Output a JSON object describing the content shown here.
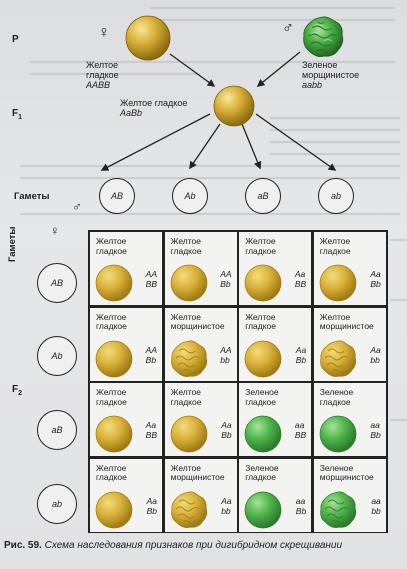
{
  "labels": {
    "P": "P",
    "F1": "F",
    "F1_sub": "1",
    "F2": "F",
    "F2_sub": "2",
    "gametes": "Гаметы",
    "gametes_vertical": "Гаметы",
    "female_symbol": "♀",
    "male_symbol": "♂"
  },
  "parents": {
    "female": {
      "phenotype_line1": "Желтое",
      "phenotype_line2": "гладкое",
      "genotype": "AABB"
    },
    "male": {
      "phenotype_line1": "Зеленое",
      "phenotype_line2": "морщинистое",
      "genotype": "aabb"
    }
  },
  "f1": {
    "phenotype": "Желтое гладкое",
    "genotype": "AaBb"
  },
  "male_gametes": [
    "AB",
    "Ab",
    "aB",
    "ab"
  ],
  "female_gametes": [
    "AB",
    "Ab",
    "aB",
    "ab"
  ],
  "grid": [
    [
      {
        "l1": "Желтое",
        "l2": "гладкое",
        "g1": "AA",
        "g2": "BB",
        "color": "yellow",
        "shape": "smooth"
      },
      {
        "l1": "Желтое",
        "l2": "гладкое",
        "g1": "AA",
        "g2": "Bb",
        "color": "yellow",
        "shape": "smooth"
      },
      {
        "l1": "Желтое",
        "l2": "гладкое",
        "g1": "Aa",
        "g2": "BB",
        "color": "yellow",
        "shape": "smooth"
      },
      {
        "l1": "Желтое",
        "l2": "гладкое",
        "g1": "Aa",
        "g2": "Bb",
        "color": "yellow",
        "shape": "smooth"
      }
    ],
    [
      {
        "l1": "Желтое",
        "l2": "гладкое",
        "g1": "AA",
        "g2": "Bb",
        "color": "yellow",
        "shape": "smooth"
      },
      {
        "l1": "Желтое",
        "l2": "морщинистое",
        "g1": "AA",
        "g2": "bb",
        "color": "yellow",
        "shape": "wrinkled"
      },
      {
        "l1": "Желтое",
        "l2": "гладкое",
        "g1": "Aa",
        "g2": "Bb",
        "color": "yellow",
        "shape": "smooth"
      },
      {
        "l1": "Желтое",
        "l2": "морщинистое",
        "g1": "Aa",
        "g2": "bb",
        "color": "yellow",
        "shape": "wrinkled"
      }
    ],
    [
      {
        "l1": "Желтое",
        "l2": "гладкое",
        "g1": "Aa",
        "g2": "BB",
        "color": "yellow",
        "shape": "smooth"
      },
      {
        "l1": "Желтое",
        "l2": "гладкое",
        "g1": "Aa",
        "g2": "Bb",
        "color": "yellow",
        "shape": "smooth"
      },
      {
        "l1": "Зеленое",
        "l2": "гладкое",
        "g1": "aa",
        "g2": "BB",
        "color": "green",
        "shape": "smooth"
      },
      {
        "l1": "Зеленое",
        "l2": "гладкое",
        "g1": "aa",
        "g2": "Bb",
        "color": "green",
        "shape": "smooth"
      }
    ],
    [
      {
        "l1": "Желтое",
        "l2": "гладкое",
        "g1": "Aa",
        "g2": "Bb",
        "color": "yellow",
        "shape": "smooth"
      },
      {
        "l1": "Желтое",
        "l2": "морщинистое",
        "g1": "Aa",
        "g2": "bb",
        "color": "yellow",
        "shape": "wrinkled"
      },
      {
        "l1": "Зеленое",
        "l2": "гладкое",
        "g1": "aa",
        "g2": "Bb",
        "color": "green",
        "shape": "smooth"
      },
      {
        "l1": "Зеленое",
        "l2": "морщинистое",
        "g1": "aa",
        "g2": "bb",
        "color": "green",
        "shape": "wrinkled"
      }
    ]
  ],
  "caption": {
    "number": "Рис. 59.",
    "text": "Схема наследования признаков при дигибридном скрещивании"
  },
  "colors": {
    "yellow": "#d9b23a",
    "yellow_dark": "#a07a12",
    "yellow_light": "#f3dc7c",
    "green": "#4fb54a",
    "green_dark": "#2c7a2a",
    "green_light": "#a6e39a"
  }
}
